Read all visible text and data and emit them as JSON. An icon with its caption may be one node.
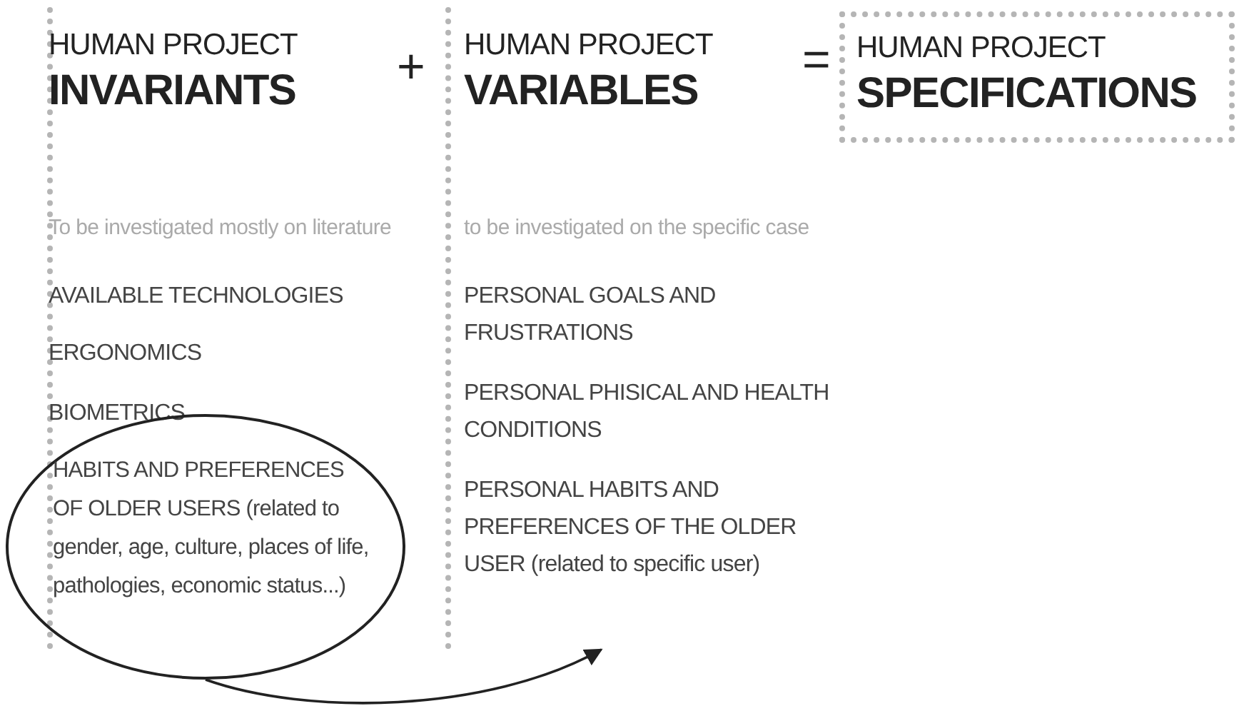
{
  "diagram": {
    "nodes": [
      {
        "text": [
          "HUMAN PROJECT",
          "INVARIANTS",
          "To be investigated mostly on literature",
          "AVAILABLE TECHNOLOGIES",
          "ERGONOMICS",
          "BIOMETRICS"
        ]
      },
      {
        "text": [
          "HABITS AND PREFERENCES OF OLDER USERS (related to gender, age, culture, places of life, pathologies, economic status...)"
        ],
        "in": 0
      },
      {
        "text": [
          "HUMAN PROJECT",
          "VARIABLES",
          "to be investigated on the specific case",
          "PERSONAL GOALS AND FRUSTRATIONS",
          "PERSONAL PHISICAL AND HEALTH CONDITIONS",
          "PERSONAL HABITS AND PREFERENCES OF THE OLDER USER (related to specific user)"
        ]
      },
      {
        "text": [
          "HUMAN PROJECT",
          "SPECIFICATIONS"
        ]
      }
    ],
    "edges": [
      {
        "from": 1,
        "to": 2,
        "arrow": "to"
      }
    ],
    "labels": [
      "+",
      "="
    ]
  }
}
